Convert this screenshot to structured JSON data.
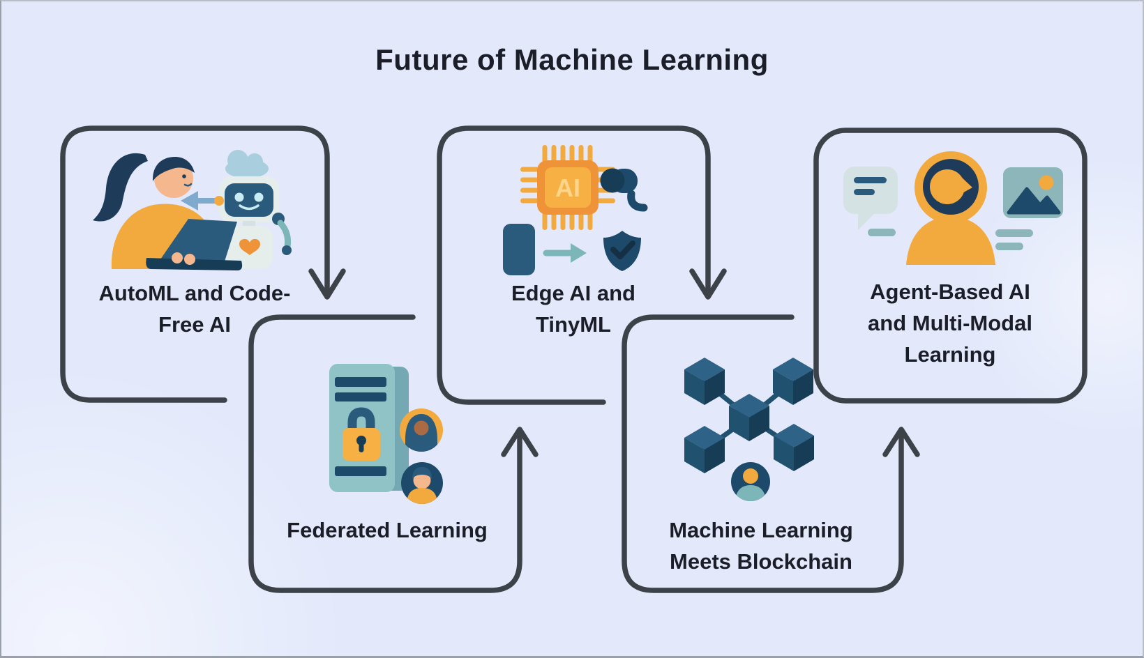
{
  "title": "Future of Machine Learning",
  "palette": {
    "background": "#e3e9fb",
    "outline": "#3d4148",
    "text_dark": "#1b1e28",
    "frame_gray": "#9aa0a8",
    "hair_navy": "#1e3c59",
    "slate_blue": "#2b5b7c",
    "navy": "#1d4a6b",
    "navy_dark": "#173c55",
    "navy_deep": "#152f44",
    "cube_left": "#20516f",
    "cube_top": "#2e6287",
    "teal": "#7cb6b8",
    "teal_light": "#8fc3c6",
    "muted_teal": "#8db6ba",
    "server_side": "#74a9b4",
    "cloud_blue": "#a9cedd",
    "steel_blue": "#7fa9cd",
    "pale_blue": "#d4e2e4",
    "robot_body": "#e6eeec",
    "light_blue": "#c9ecf4",
    "orange": "#f2a93d",
    "orange_deep": "#ef9338",
    "amber": "#f7b043",
    "cream": "#ffd98f",
    "skin": "#f5b88e",
    "skin_dark": "#a96a44"
  },
  "boxes": [
    {
      "id": "automl",
      "label": "AutoML and Code-\nFree AI",
      "icon": "woman-with-robot-illustration"
    },
    {
      "id": "federated",
      "label": "Federated Learning",
      "icon": "secure-server-users-icon"
    },
    {
      "id": "edge",
      "label": "Edge AI and\nTinyML",
      "icon": "ai-chip-devices-icon",
      "chip_label": "AI"
    },
    {
      "id": "blockchain",
      "label": "Machine Learning\nMeets Blockchain",
      "icon": "blockchain-network-icon"
    },
    {
      "id": "agent",
      "label": "Agent-Based AI\nand Multi-Modal\nLearning",
      "icon": "multimodal-agent-icon"
    }
  ],
  "flow": [
    {
      "from": "AutoML and Code-Free AI",
      "to": "Federated Learning",
      "direction": "down"
    },
    {
      "from": "Federated Learning",
      "to": "Edge AI and TinyML",
      "direction": "up"
    },
    {
      "from": "Edge AI and TinyML",
      "to": "Machine Learning Meets Blockchain",
      "direction": "down"
    },
    {
      "from": "Machine Learning Meets Blockchain",
      "to": "Agent-Based AI and Multi-Modal Learning",
      "direction": "up"
    }
  ]
}
